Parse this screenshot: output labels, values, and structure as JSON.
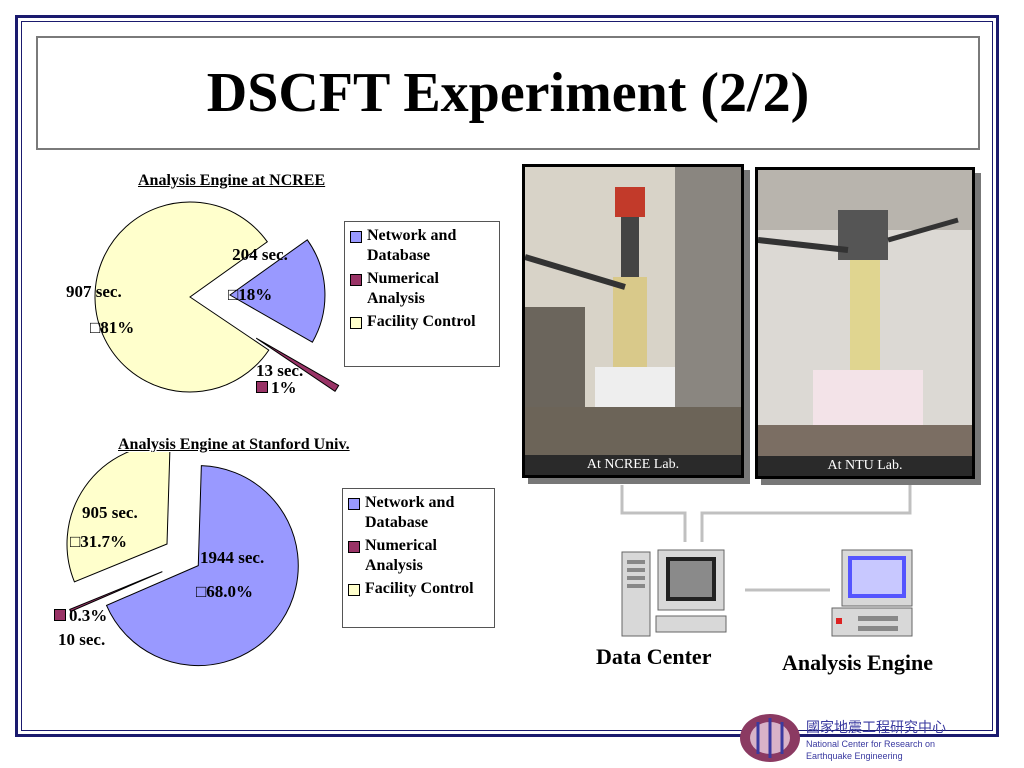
{
  "slide": {
    "title": "DSCFT Experiment (2/2)"
  },
  "colors": {
    "network": "#9999ff",
    "numerical": "#993366",
    "facility": "#ffffcc"
  },
  "chart_data": [
    {
      "type": "pie",
      "title": "Analysis Engine at NCREE",
      "categories": [
        "Network and Database",
        "Numerical Analysis",
        "Facility Control"
      ],
      "values": [
        204,
        13,
        907
      ],
      "units": "sec.",
      "percent_labels": [
        "18%",
        "1%",
        "81%"
      ],
      "value_labels": [
        "204 sec.",
        "13 sec.",
        "907 sec."
      ],
      "exploded": true,
      "legend": [
        "Network and Database",
        "Numerical Analysis",
        "Facility Control"
      ]
    },
    {
      "type": "pie",
      "title": "Analysis Engine at Stanford Univ.",
      "categories": [
        "Network and Database",
        "Numerical Analysis",
        "Facility Control"
      ],
      "values": [
        1944,
        10,
        905
      ],
      "units": "sec.",
      "percent_labels": [
        "68.0%",
        "0.3%",
        "31.7%"
      ],
      "value_labels": [
        "1944 sec.",
        "10 sec.",
        "905 sec."
      ],
      "exploded": true,
      "legend": [
        "Network and Database",
        "Numerical Analysis",
        "Facility Control"
      ]
    }
  ],
  "photos": [
    {
      "caption": "At NCREE Lab."
    },
    {
      "caption": "At NTU Lab."
    }
  ],
  "diagram": {
    "data_center": "Data Center",
    "analysis_engine": "Analysis Engine"
  },
  "logo": {
    "name_zh": "國家地震工程研究中心",
    "name_en_1": "National Center for Research on",
    "name_en_2": "Earthquake Engineering"
  }
}
